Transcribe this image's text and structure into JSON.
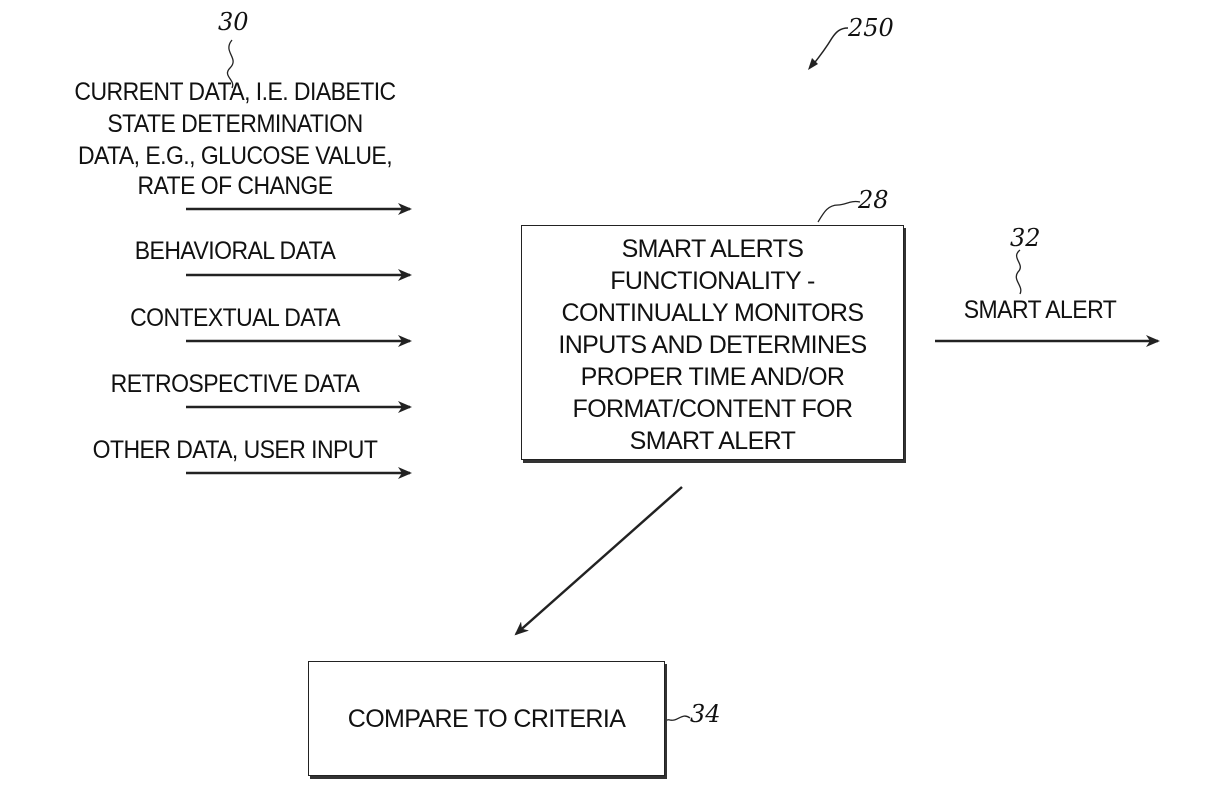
{
  "figure": {
    "ref_number": "250"
  },
  "inputs": {
    "ref_number": "30",
    "items": [
      {
        "label_lines": [
          "CURRENT DATA, I.E. DIABETIC",
          "STATE DETERMINATION",
          "DATA, E.G., GLUCOSE VALUE,",
          "RATE OF CHANGE"
        ]
      },
      {
        "label_lines": [
          "BEHAVIORAL DATA"
        ]
      },
      {
        "label_lines": [
          "CONTEXTUAL DATA"
        ]
      },
      {
        "label_lines": [
          "RETROSPECTIVE DATA"
        ]
      },
      {
        "label_lines": [
          "OTHER DATA, USER INPUT"
        ]
      }
    ]
  },
  "smart_alerts_box": {
    "ref_number": "28",
    "lines": [
      "SMART ALERTS",
      "FUNCTIONALITY -",
      "CONTINUALLY MONITORS",
      "INPUTS AND DETERMINES",
      "PROPER TIME AND/OR",
      "FORMAT/CONTENT FOR",
      "SMART ALERT"
    ]
  },
  "output": {
    "ref_number": "32",
    "label": "SMART ALERT"
  },
  "compare_box": {
    "ref_number": "34",
    "label": "COMPARE TO CRITERIA"
  }
}
